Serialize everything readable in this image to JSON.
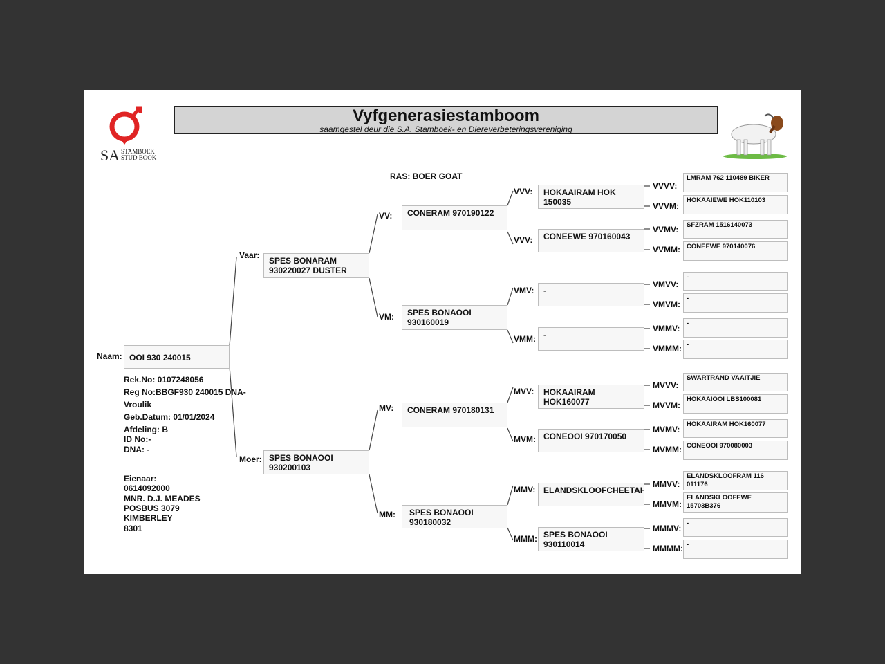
{
  "header": {
    "title": "Vyfgenerasiestamboom",
    "subtitle": "saamgestel deur die S.A. Stamboek- en Diereverbeteringsvereniging",
    "logo_text_sa": "SA",
    "logo_text_line1": "STAMBOEK",
    "logo_text_line2": "STUD BOOK",
    "brand_color": "#e02424"
  },
  "ras": "RAS: BOER GOAT",
  "animal": {
    "label": "Naam:",
    "name": "OOI 930 240015",
    "details": [
      "Rek.No: 0107248056",
      "Reg No:BBGF930 240015 DNA-",
      "Vroulik",
      "Geb.Datum: 01/01/2024",
      "Afdeling: B",
      "ID No:-",
      "DNA: -"
    ],
    "owner": [
      "Eienaar:",
      "0614092000",
      "MNR. D.J. MEADES",
      "POSBUS 3079",
      "KIMBERLEY",
      "8301"
    ]
  },
  "parents": {
    "vaar": {
      "label": "Vaar:",
      "name": "SPES BONARAM\n930220027 DUSTER"
    },
    "moer": {
      "label": "Moer:",
      "name": "SPES BONAOOI\n930200103"
    }
  },
  "grandparents": {
    "vv": {
      "label": "VV:",
      "name": "CONERAM 970190122"
    },
    "vm": {
      "label": "VM:",
      "name": "SPES BONAOOI\n930160019"
    },
    "mv": {
      "label": "MV:",
      "name": "CONERAM 970180131"
    },
    "mm": {
      "label": "MM:",
      "name": "SPES BONAOOI\n930180032"
    }
  },
  "great_grandparents": {
    "vvv": {
      "label": "VVV:",
      "name": "HOKAAIRAM HOK\n150035"
    },
    "vvm": {
      "label": "VVV:",
      "name": "CONEEWE 970160043"
    },
    "vmv": {
      "label": "VMV:",
      "name": "-"
    },
    "vmm": {
      "label": "VMM:",
      "name": "-"
    },
    "mvv": {
      "label": "MVV:",
      "name": "HOKAAIRAM\nHOK160077"
    },
    "mvm": {
      "label": "MVM:",
      "name": "CONEOOI 970170050"
    },
    "mmv": {
      "label": "MMV:",
      "name": "ELANDSKLOOFCHEETAH"
    },
    "mmm": {
      "label": "MMM:",
      "name": "SPES BONAOOI\n930110014"
    }
  },
  "gen4": [
    {
      "label": "VVVV:",
      "name": "LMRAM 762 110489 BIKER"
    },
    {
      "label": "VVVM:",
      "name": "HOKAAIEWE HOK110103"
    },
    {
      "label": "VVMV:",
      "name": "SFZRAM 1516140073"
    },
    {
      "label": "VVMM:",
      "name": "CONEEWE 970140076"
    },
    {
      "label": "VMVV:",
      "name": "-"
    },
    {
      "label": "VMVM:",
      "name": "-"
    },
    {
      "label": "VMMV:",
      "name": "-"
    },
    {
      "label": "VMMM:",
      "name": "-"
    },
    {
      "label": "MVVV:",
      "name": "SWARTRAND VAAITJIE"
    },
    {
      "label": "MVVM:",
      "name": "HOKAAIOOI LBS100081"
    },
    {
      "label": "MVMV:",
      "name": "HOKAAIRAM HOK160077"
    },
    {
      "label": "MVMM:",
      "name": "CONEOOI 970080003"
    },
    {
      "label": "MMVV:",
      "name": "ELANDSKLOOFRAM 116\n011176"
    },
    {
      "label": "MMVM:",
      "name": "ELANDSKLOOFEWE\n15703B376"
    },
    {
      "label": "MMMV:",
      "name": "-"
    },
    {
      "label": "MMMM:",
      "name": "-"
    }
  ]
}
